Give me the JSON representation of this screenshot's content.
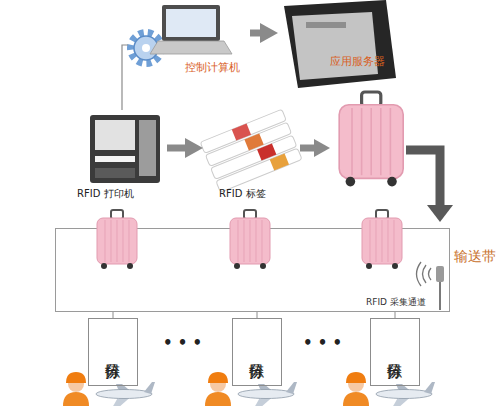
{
  "diagram": {
    "nodes": [
      {
        "text": [
          "控制计算机"
        ]
      },
      {
        "text": [
          "应用服务器"
        ]
      },
      {
        "text": [
          "RFID 打印机"
        ]
      },
      {
        "text": [
          "RFID 标签"
        ]
      },
      {
        "text": [
          "输送带"
        ]
      },
      {
        "text": [
          "RFID 采集通道"
        ],
        "in": 4
      },
      {
        "text": [
          "分拣口"
        ]
      },
      {
        "text": [
          "分拣口"
        ]
      },
      {
        "text": [
          "分拣口"
        ]
      }
    ],
    "edges": [
      {
        "from": 0,
        "to": 1,
        "arrow": "to"
      },
      {
        "from": 0,
        "to": 2,
        "arrow": "none"
      },
      {
        "from": 2,
        "to": 3,
        "arrow": "to"
      },
      {
        "from": 4,
        "to": 6,
        "arrow": "none"
      },
      {
        "from": 4,
        "to": 7,
        "arrow": "none"
      },
      {
        "from": 4,
        "to": 8,
        "arrow": "none"
      }
    ],
    "labels": [
      "• • •",
      "• • •"
    ]
  }
}
